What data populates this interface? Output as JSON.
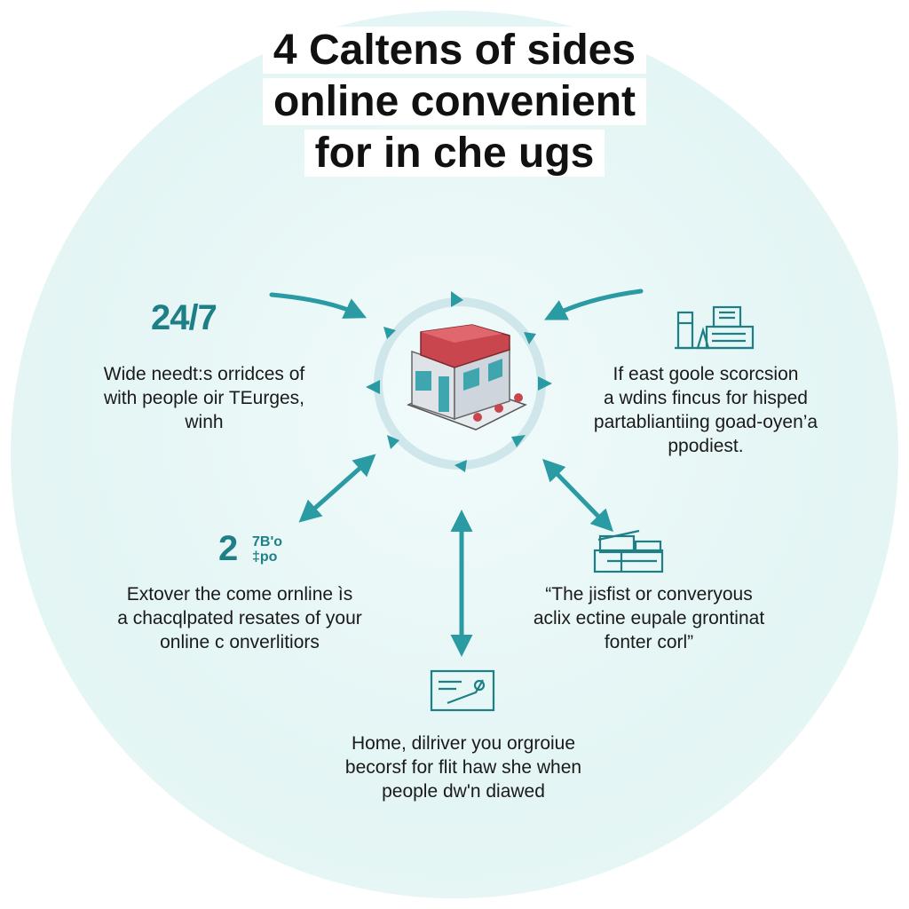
{
  "title": {
    "line1": "4 Caltens of sides",
    "line2": "online convenient",
    "line3": "for in che ugs"
  },
  "left_top": {
    "stat": "24/7",
    "text": [
      "Wide needt:s orridces of",
      "with people oir TEurges,",
      "winh"
    ]
  },
  "right_top": {
    "text": [
      "If east goole scorcsion",
      "a wdins fincus for hisped",
      "partabliantiing goad-oyen’a",
      "ppodiest."
    ]
  },
  "left_bottom": {
    "stat": "2",
    "stat_side": [
      "7B'o",
      "‡po"
    ],
    "text": [
      "Extover the come ornline ìs",
      "a chacqlpated resates of your",
      "online c onverlitiors"
    ]
  },
  "right_bottom": {
    "text": [
      "“The jisfist or converyous",
      "aclix ectine eupale grontinat",
      "fonter corl”"
    ]
  },
  "bottom": {
    "text": [
      "Home, dilriver you orgroiue",
      "becorsf for flit haw she when",
      "people dw'n diawed"
    ]
  },
  "colors": {
    "accent": "#2a9aa3",
    "stat": "#1f7f86",
    "roof": "#c9464e",
    "window": "#3fa6b0"
  },
  "icons": {
    "center": "shop-building-icon",
    "right_top": "lab-equipment-icon",
    "right_bottom": "boxes-stack-icon",
    "bottom": "payment-card-icon"
  }
}
